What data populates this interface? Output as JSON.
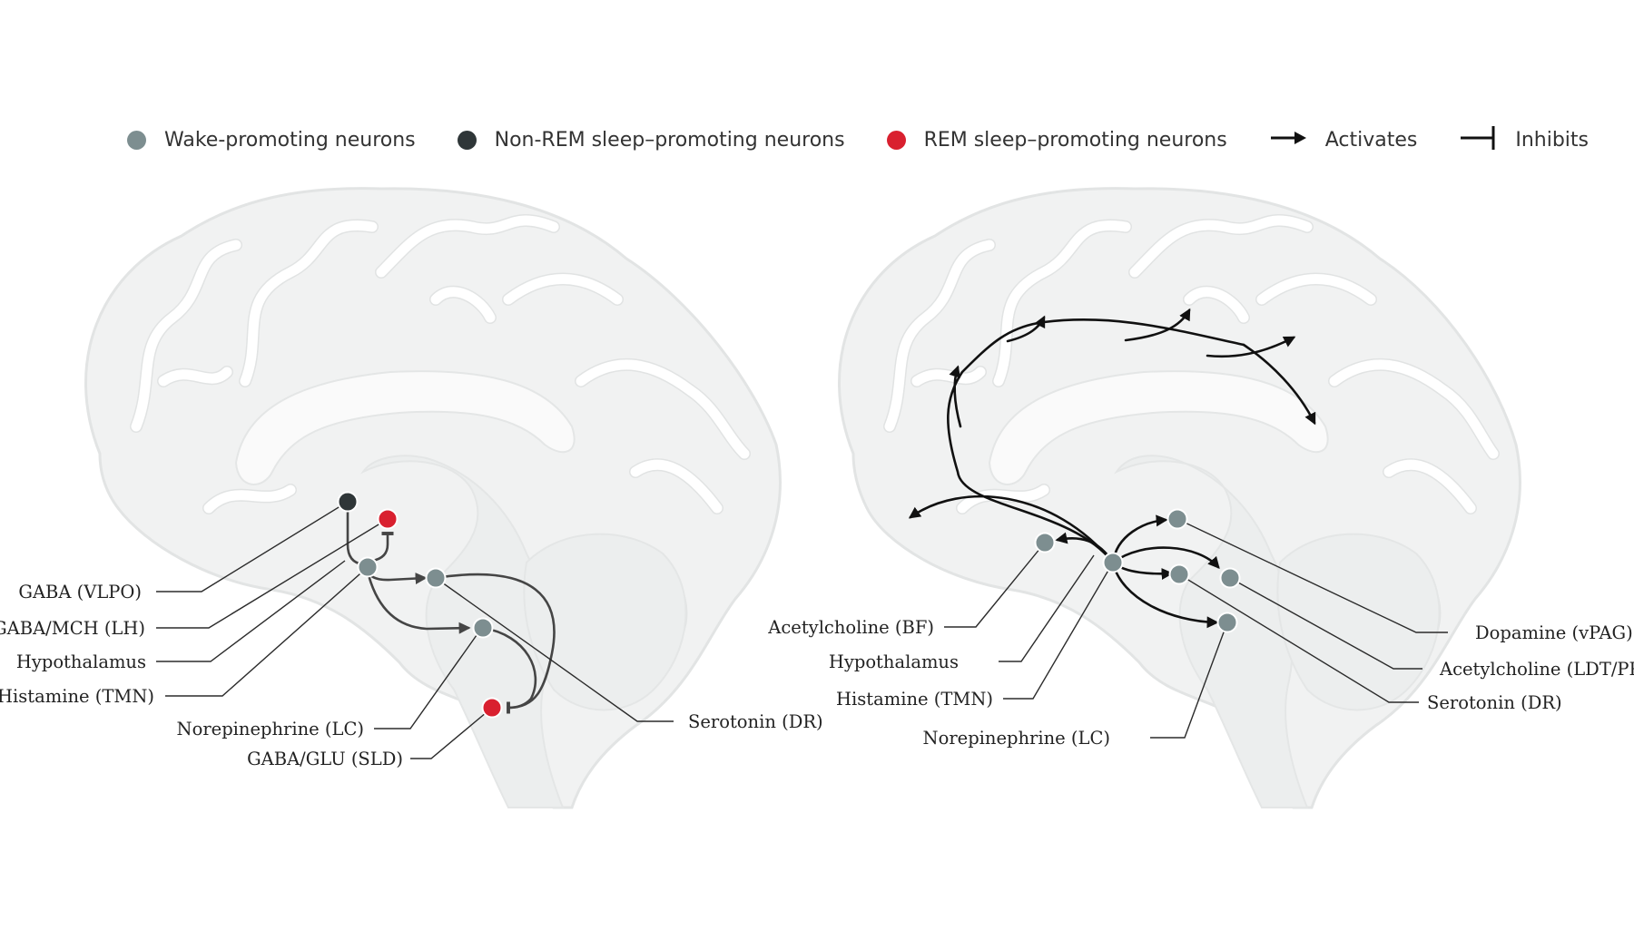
{
  "legend": {
    "wake": {
      "label": "Wake-promoting neurons",
      "color": "#7d8e90"
    },
    "nrem": {
      "label": "Non-REM sleep–promoting neurons",
      "color": "#2f3638"
    },
    "rem": {
      "label": "REM sleep–promoting neurons",
      "color": "#d9202f"
    },
    "activates": {
      "label": "Activates",
      "icon": "arrow-right-icon"
    },
    "inhibits": {
      "label": "Inhibits",
      "icon": "inhibit-bar-icon"
    }
  },
  "left_panel": {
    "labels": {
      "gaba_vlpo": "GABA (VLPO)",
      "gaba_mch": "GABA/MCH (LH)",
      "hypothalamus": "Hypothalamus",
      "histamine": "Histamine (TMN)",
      "norepinephrine": "Norepinephrine (LC)",
      "gaba_glu": "GABA/GLU (SLD)",
      "serotonin": "Serotonin (DR)"
    }
  },
  "right_panel": {
    "labels": {
      "acetylcholine_bf": "Acetylcholine (BF)",
      "hypothalamus": "Hypothalamus",
      "histamine": "Histamine (TMN)",
      "norepinephrine": "Norepinephrine (LC)",
      "dopamine": "Dopamine (vPAG)",
      "acetylcholine_ldt": "Acetylcholine (LDT/PPT)",
      "serotonin": "Serotonin (DR)"
    }
  }
}
